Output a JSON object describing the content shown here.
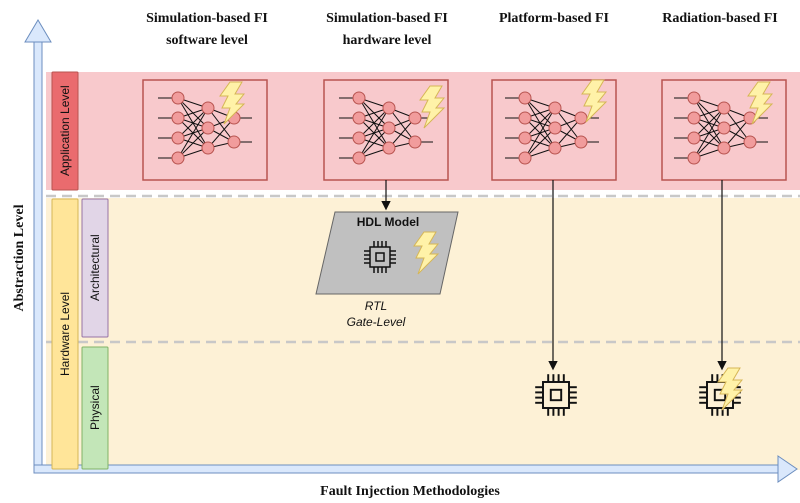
{
  "columns": [
    {
      "line1": "Simulation-based FI",
      "line2": "software level"
    },
    {
      "line1": "Simulation-based FI",
      "line2": "hardware level"
    },
    {
      "line1": "Platform-based FI",
      "line2": ""
    },
    {
      "line1": "Radiation-based FI",
      "line2": ""
    }
  ],
  "levels": {
    "application": "Application Level",
    "hardware": "Hardware Level",
    "architectural": "Architectural",
    "physical": "Physical"
  },
  "hdl": {
    "title": "HDL Model",
    "caption1": "RTL",
    "caption2": "Gate-Level"
  },
  "axes": {
    "y": "Abstraction Level",
    "x": "Fault Injection Methodologies"
  },
  "colors": {
    "app_band": "#f8c9cc",
    "hw_band": "#fdf1d6",
    "app_box": "#ea6b6e",
    "hw_box": "#ffe599",
    "arch_box": "#e1d5e7",
    "phys_box": "#c3e6b8",
    "neuron": "#f19c9c",
    "bolt": "#fff2a8",
    "arrow_axis": "#dae8fc"
  }
}
